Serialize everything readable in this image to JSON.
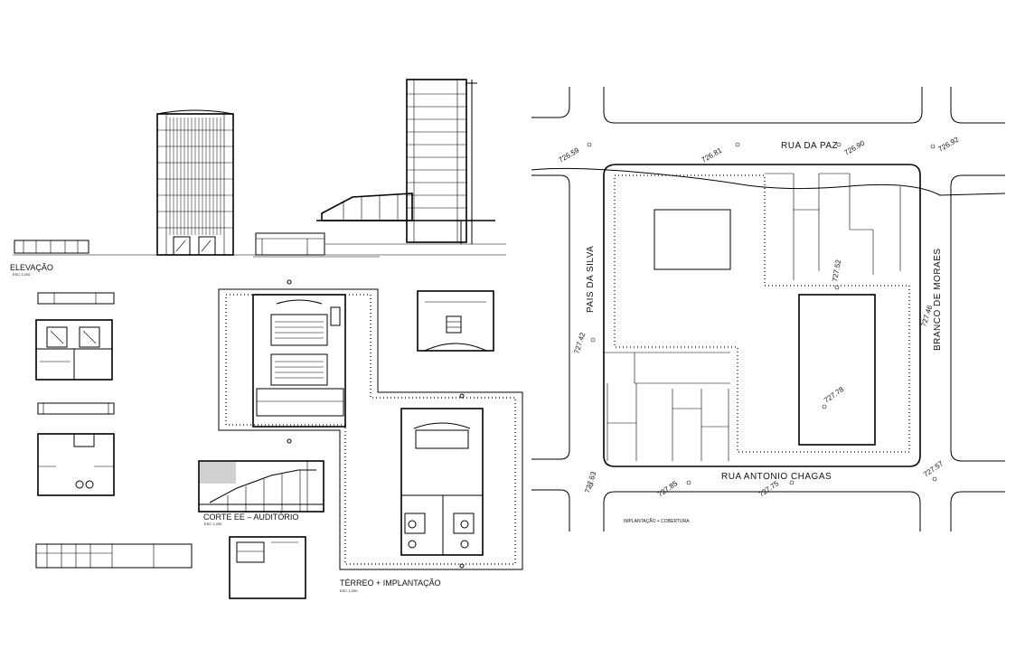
{
  "drawing_labels": {
    "elevacao": "ELEVAÇÃO",
    "corte": "CORTE EE – AUDITÓRIO",
    "terreo": "TÉRREO + IMPLANTAÇÃO",
    "implantacao_cobertura": "IMPLANTAÇÃO + COBERTURA"
  },
  "scale_labels": {
    "elevacao": "ESC 1:200",
    "corte": "ESC 1:200",
    "terreo": "ESC 1:200"
  },
  "streets": {
    "north": "RUA DA PAZ",
    "south": "RUA ANTONIO CHAGAS",
    "west": "PAIS DA SILVA",
    "east": "BRANCO DE MORAES"
  },
  "levels": [
    "726.59",
    "726.81",
    "726.90",
    "726.92",
    "727.52",
    "727.42",
    "727.46",
    "727.78",
    "727.63",
    "727.85",
    "727.75",
    "727.57"
  ],
  "colors": {
    "ink": "#000000",
    "paper": "#ffffff"
  }
}
